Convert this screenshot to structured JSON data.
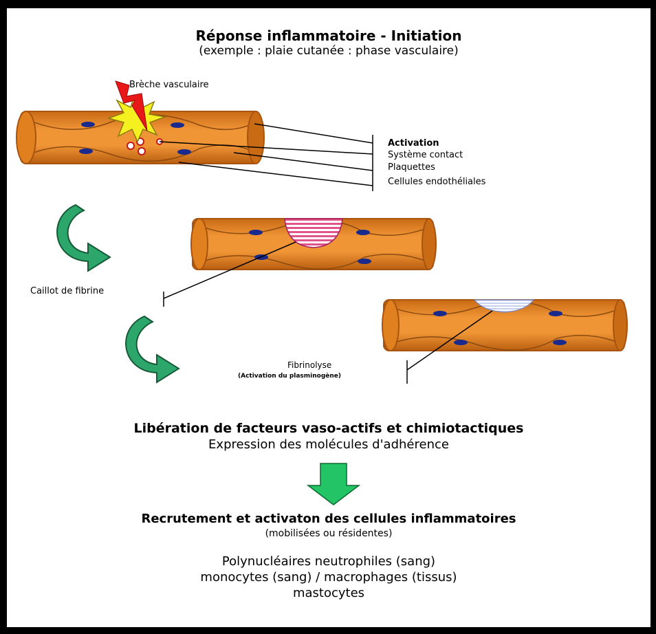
{
  "title": "Réponse inflammatoire - Initiation",
  "subtitle": "(exemple : plaie cutanée : phase vasculaire)",
  "label_breche": "Brèche vasculaire",
  "activation": {
    "heading": "Activation",
    "items": [
      "Système contact",
      "Plaquettes",
      "Cellules endothéliales"
    ]
  },
  "label_caillot": "Caillot de fibrine",
  "label_fibrinolyse": "Fibrinolyse",
  "label_fibrinolyse_sub": "(Activation du plasminogène)",
  "liberation": {
    "heading": "Libération de facteurs vaso-actifs et chimiotactiques",
    "sub": "Expression des molécules d'adhérence"
  },
  "recrutement": {
    "heading": "Recrutement et activaton des cellules inflammatoires",
    "sub": "(mobilisées ou résidentes)"
  },
  "cells": [
    "Polynucléaires neutrophiles (sang)",
    "monocytes (sang) / macrophages (tissus)",
    "mastocytes"
  ],
  "colors": {
    "vessel": "#E0801E",
    "vessel_dark": "#A85410",
    "endothelium": "#F2A14A",
    "nucleus": "#1A2A8C",
    "arrow_green": "#2CA66A",
    "big_arrow": "#22C465",
    "clot": "#E0548A",
    "fibrinolyse": "#C8D0F0",
    "burst": "#F5F020",
    "lightning": "#E81818"
  }
}
